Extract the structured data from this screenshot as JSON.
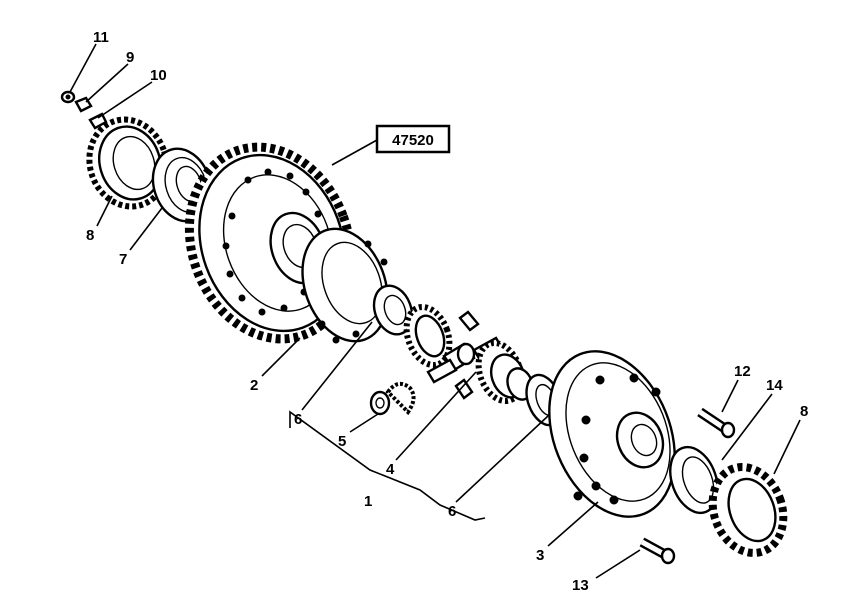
{
  "diagram": {
    "reference_code": "47520",
    "callouts": [
      "1",
      "2",
      "3",
      "4",
      "5",
      "6",
      "6",
      "7",
      "8",
      "8",
      "9",
      "10",
      "11",
      "12",
      "13",
      "14"
    ]
  }
}
